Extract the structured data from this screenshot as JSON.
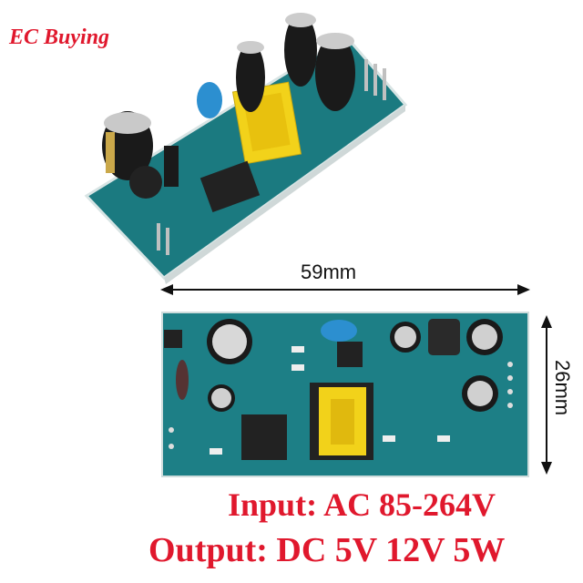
{
  "brand": {
    "text": "EC Buying",
    "color": "#e0182d"
  },
  "dimensions": {
    "length": "59mm",
    "width": "26mm"
  },
  "specs": {
    "input": "Input: AC 85-264V",
    "output": "Output: DC 5V 12V 5W",
    "color": "#e0182d"
  },
  "board": {
    "pcb_color": "#1d7f86",
    "transformer_color": "#f2d21a"
  }
}
